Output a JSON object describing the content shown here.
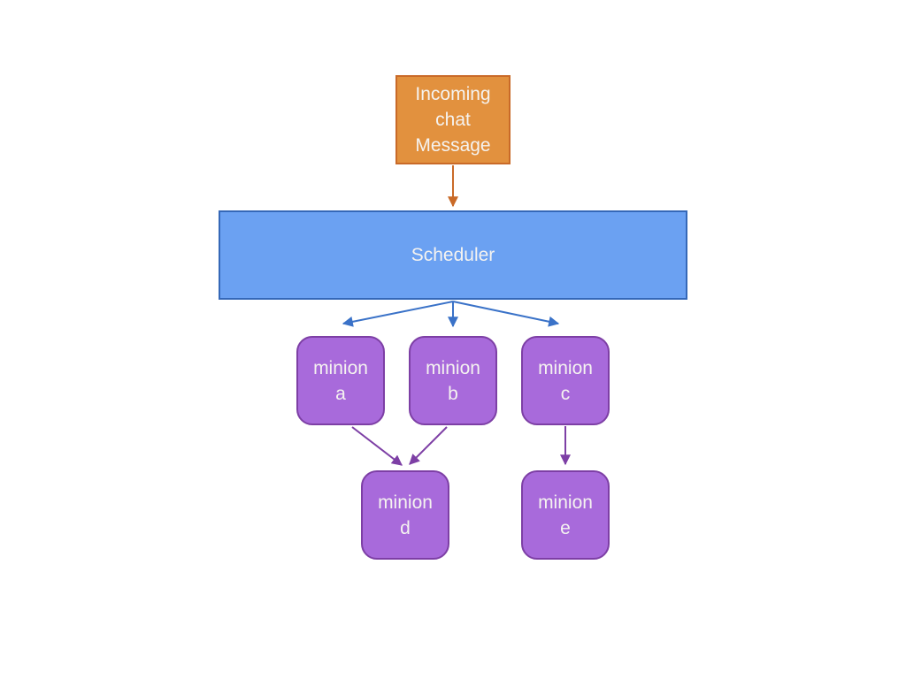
{
  "colors": {
    "background": "#ffffff",
    "text": "#f5f3f0",
    "incoming_fill": "#e2913e",
    "incoming_border": "#c96a28",
    "scheduler_fill": "#6ba1f2",
    "scheduler_border": "#3568b8",
    "minion_fill": "#a86adb",
    "minion_border": "#7d3fa5",
    "arrow_orange": "#c96a28",
    "arrow_blue": "#3a72c8",
    "arrow_purple": "#7d3fa5"
  },
  "diagram": {
    "nodes": {
      "incoming": {
        "label": [
          "Incoming",
          "chat",
          "Message"
        ]
      },
      "scheduler": {
        "label": "Scheduler"
      },
      "minion_a": {
        "label": [
          "minion",
          "a"
        ]
      },
      "minion_b": {
        "label": [
          "minion",
          "b"
        ]
      },
      "minion_c": {
        "label": [
          "minion",
          "c"
        ]
      },
      "minion_d": {
        "label": [
          "minion",
          "d"
        ]
      },
      "minion_e": {
        "label": [
          "minion",
          "e"
        ]
      }
    },
    "edges": [
      {
        "from": "incoming",
        "to": "scheduler"
      },
      {
        "from": "scheduler",
        "to": "minion_a"
      },
      {
        "from": "scheduler",
        "to": "minion_b"
      },
      {
        "from": "scheduler",
        "to": "minion_c"
      },
      {
        "from": "minion_a",
        "to": "minion_d"
      },
      {
        "from": "minion_b",
        "to": "minion_d"
      },
      {
        "from": "minion_c",
        "to": "minion_e"
      }
    ]
  }
}
